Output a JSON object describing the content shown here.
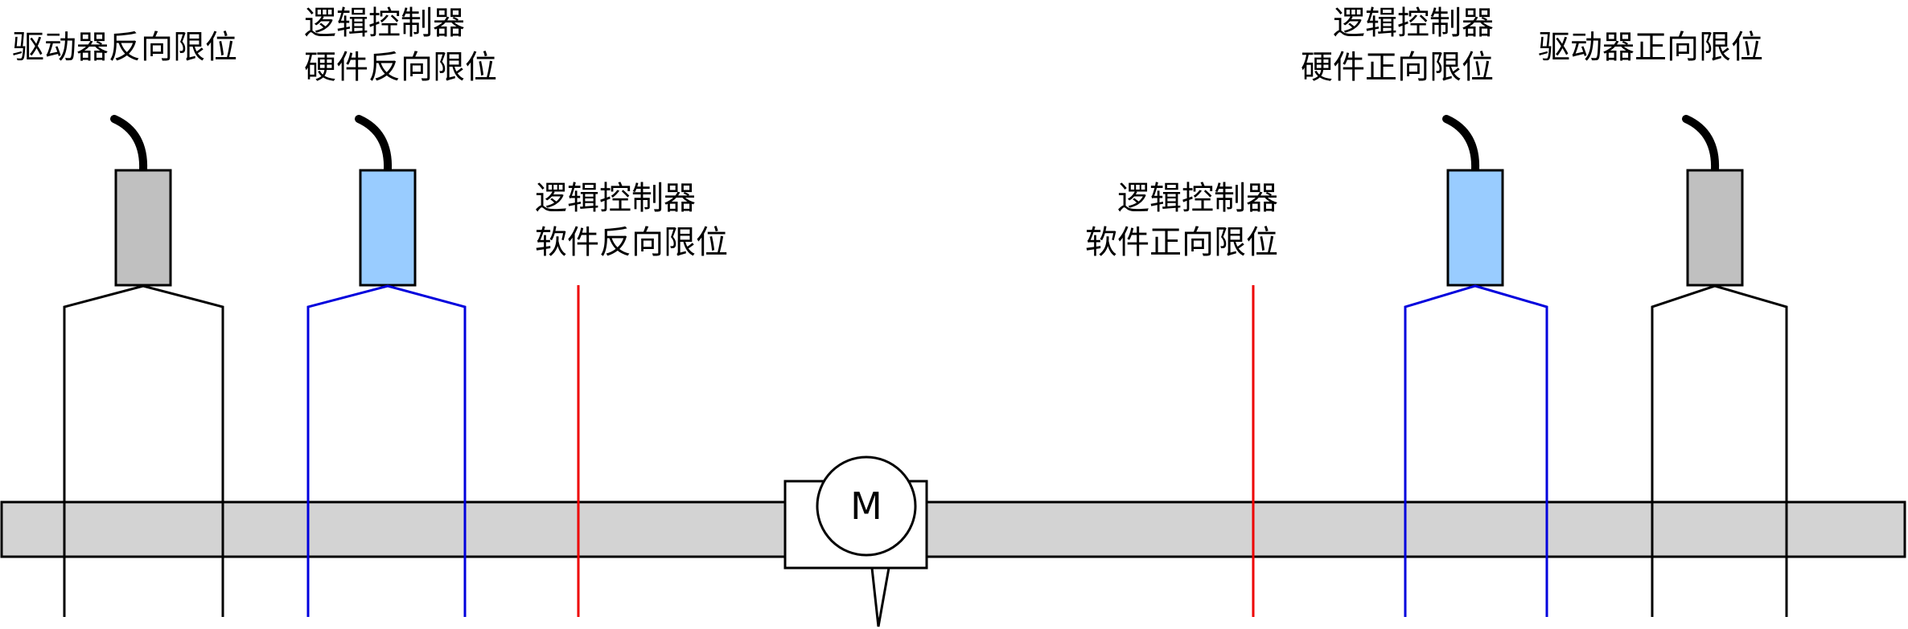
{
  "labels": {
    "drive_reverse": "驱动器反向限位",
    "logic_hw_reverse": [
      "逻辑控制器",
      "硬件反向限位"
    ],
    "logic_sw_reverse": [
      "逻辑控制器",
      "软件反向限位"
    ],
    "logic_sw_forward": [
      "逻辑控制器",
      "软件正向限位"
    ],
    "logic_hw_forward": [
      "逻辑控制器",
      "硬件正向限位"
    ],
    "drive_forward": "驱动器正向限位"
  },
  "motor": {
    "symbol": "M"
  },
  "colors": {
    "rail": "#d3d3d3",
    "drive_sensor": "#c0c0c0",
    "logic_sensor": "#99ccff",
    "drive_limit_line": "#000000",
    "hw_limit_line": "#0000dd",
    "sw_limit_line": "#ee0000",
    "cable": "#000000"
  }
}
